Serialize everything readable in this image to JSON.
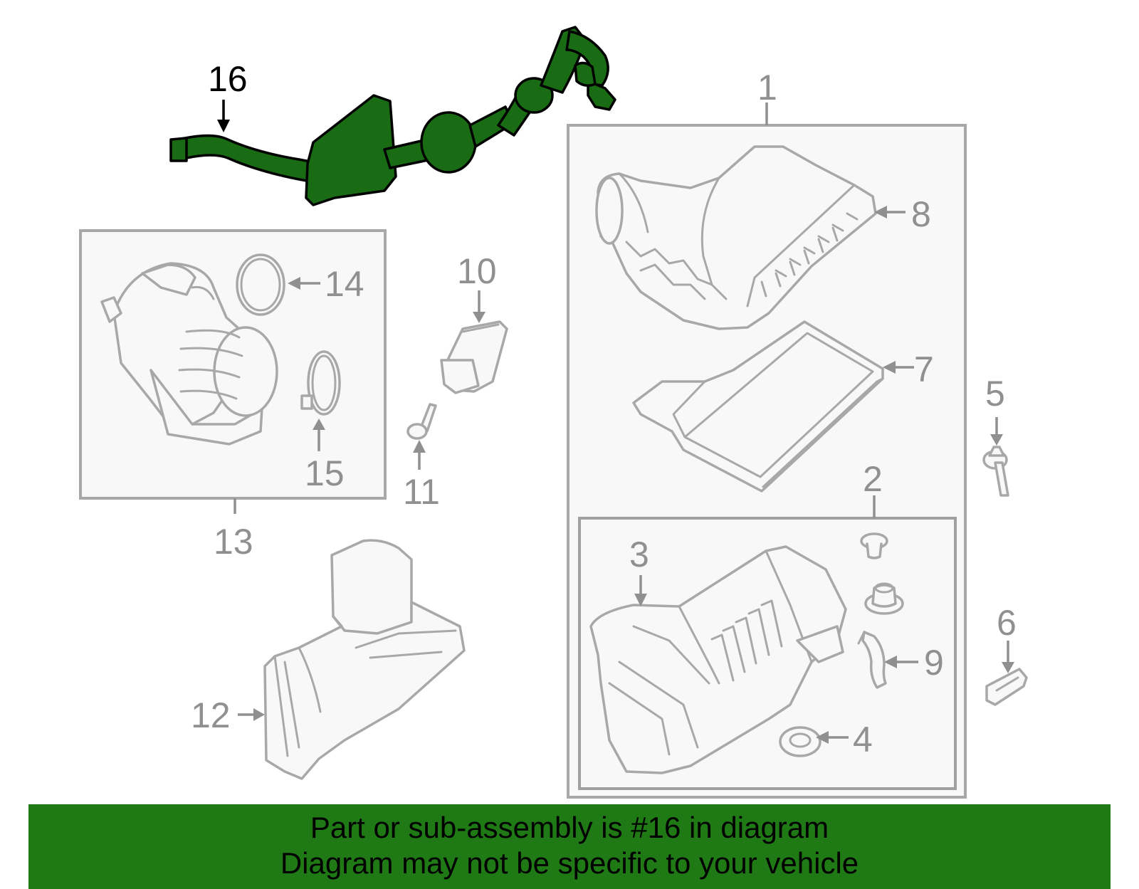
{
  "colors": {
    "highlight_part": "#196b14",
    "banner": "#1f7a15",
    "part_outline": "#a8a8a8",
    "callout_text": "#909090"
  },
  "callouts": {
    "c1": "1",
    "c2": "2",
    "c3": "3",
    "c4": "4",
    "c5": "5",
    "c6": "6",
    "c7": "7",
    "c8": "8",
    "c9": "9",
    "c10": "10",
    "c11": "11",
    "c12": "12",
    "c13": "13",
    "c14": "14",
    "c15": "15",
    "c16": "16"
  },
  "highlighted_part": "16",
  "banner": {
    "line1": "Part or sub-assembly is #16 in diagram",
    "line2": "Diagram may not be specific to your vehicle"
  }
}
